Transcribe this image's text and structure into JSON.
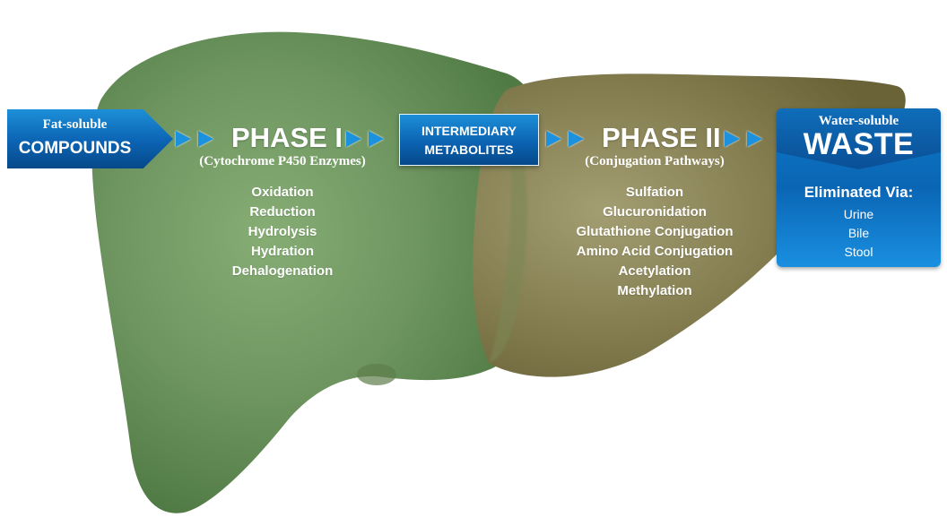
{
  "fat_soluble": {
    "line1": "Fat-soluble",
    "line2": "COMPOUNDS"
  },
  "phase1": {
    "title": "PHASE I",
    "subtitle": "(Cytochrome P450 Enzymes)",
    "items": [
      "Oxidation",
      "Reduction",
      "Hydrolysis",
      "Hydration",
      "Dehalogenation"
    ]
  },
  "intermediary": {
    "line1": "INTERMEDIARY",
    "line2": "METABOLITES"
  },
  "phase2": {
    "title": "PHASE II",
    "subtitle": "(Conjugation Pathways)",
    "items": [
      "Sulfation",
      "Glucuronidation",
      "Glutathione Conjugation",
      "Amino Acid Conjugation",
      "Acetylation",
      "Methylation"
    ]
  },
  "waste": {
    "line1": "Water-soluble",
    "line2": "WASTE",
    "eliminated_label": "Eliminated Via:",
    "routes": [
      "Urine",
      "Bile",
      "Stool"
    ]
  },
  "colors": {
    "box_blue": "#0b63b2",
    "arrow_blue": "#1c92de",
    "liver_left_green": "#6f9a5e",
    "liver_right_olive": "#8a8455"
  }
}
